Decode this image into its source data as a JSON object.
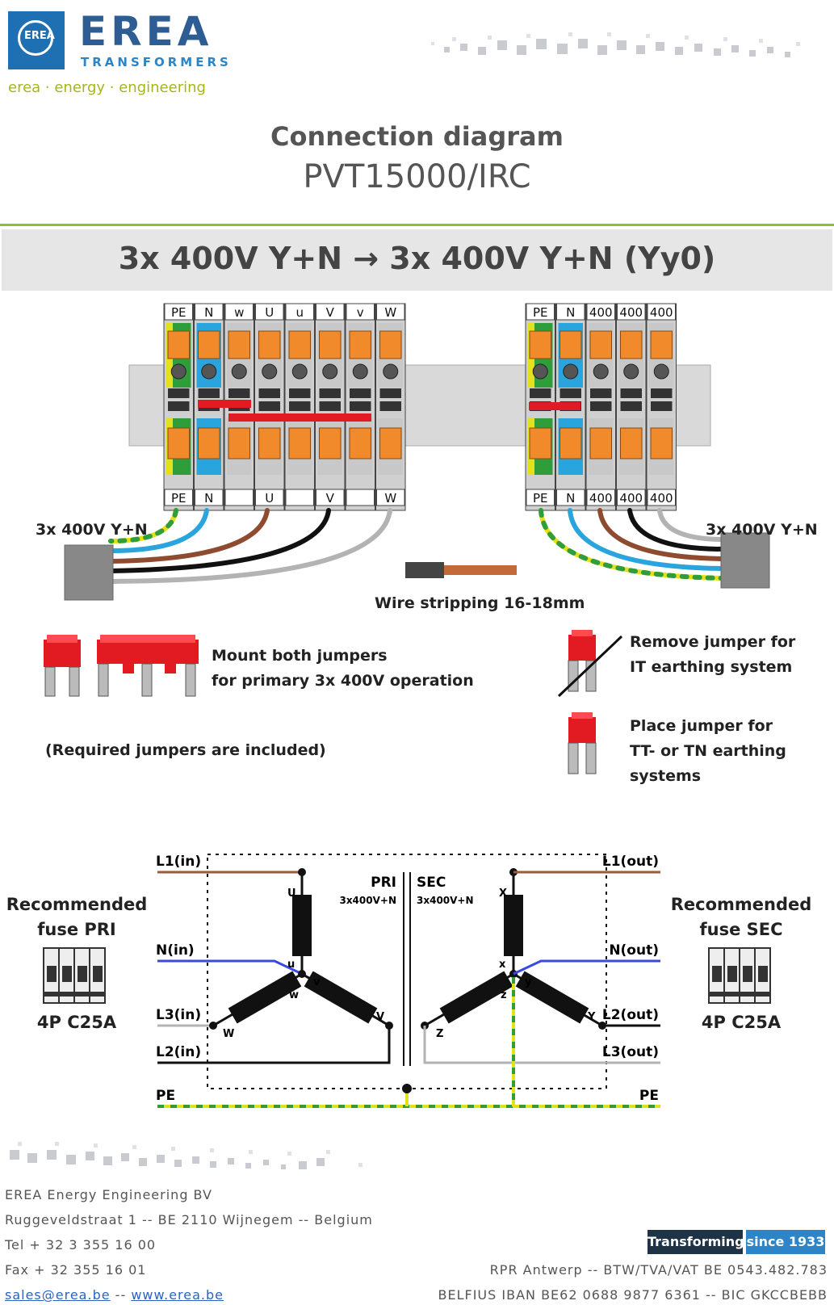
{
  "header": {
    "logo_text": "EREA",
    "brand": "EREA",
    "brand_sub": "TRANSFORMERS",
    "tagline": "erea · energy · engineering"
  },
  "title": {
    "line1": "Connection diagram",
    "line2": "PVT15000/IRC"
  },
  "config_band": "3x 400V Y+N → 3x 400V Y+N (Yy0)",
  "terminals": {
    "primary_top": [
      "PE",
      "N",
      "w",
      "U",
      "u",
      "V",
      "v",
      "W"
    ],
    "primary_bottom": [
      "PE",
      "N",
      "",
      "U",
      "",
      "V",
      "",
      "W"
    ],
    "secondary_top": [
      "PE",
      "N",
      "400",
      "400",
      "400"
    ],
    "secondary_bottom": [
      "PE",
      "N",
      "400",
      "400",
      "400"
    ]
  },
  "labels": {
    "primary_supply": "3x 400V Y+N",
    "secondary_supply": "3x 400V Y+N",
    "wire_stripping": "Wire stripping 16-18mm"
  },
  "notes": {
    "mount_line1": "Mount both jumpers",
    "mount_line2": "for primary 3x 400V operation",
    "included": "(Required jumpers are included)",
    "remove_line1": "Remove jumper for",
    "remove_line2": "IT earthing system",
    "place_line1": "Place jumper for",
    "place_line2": "TT- or TN earthing",
    "place_line3": "systems"
  },
  "schematic": {
    "left_lines": [
      "L1(in)",
      "N(in)",
      "L3(in)",
      "L2(in)"
    ],
    "right_lines": [
      "L1(out)",
      "N(out)",
      "L2(out)",
      "L3(out)"
    ],
    "pe": "PE",
    "pri": "PRI",
    "pri_rating": "3x400V+N",
    "sec": "SEC",
    "sec_rating": "3x400V+N",
    "pri_coils": [
      "U",
      "u",
      "v",
      "w",
      "V",
      "W"
    ],
    "sec_coils": [
      "X",
      "x",
      "y",
      "z",
      "Y",
      "Z"
    ]
  },
  "fuse": {
    "pri_line1": "Recommended",
    "pri_line2": "fuse PRI",
    "pri_rating": "4P C25A",
    "sec_line1": "Recommended",
    "sec_line2": "fuse SEC",
    "sec_rating": "4P C25A"
  },
  "footer": {
    "company": "EREA Energy Engineering BV",
    "address": "Ruggeveldstraat 1 -- BE 2110 Wijnegem -- Belgium",
    "tel": "Tel + 32 3 355 16 00",
    "fax": "Fax + 32 355 16 01",
    "email": "sales@erea.be",
    "separator": "--",
    "web": "www.erea.be",
    "badge_a": "Transforming",
    "badge_b": "since 1933",
    "rpr": "RPR Antwerp -- BTW/TVA/VAT BE 0543.482.783",
    "bank": "BELFIUS IBAN BE62 0688 9877 6361 -- BIC GKCCBEBB"
  },
  "colors": {
    "brand_blue": "#2d5d93",
    "accent_green": "#8fbf3a",
    "brown": "#9b5a3c",
    "blue": "#3949e6",
    "grey": "#b3b3b3",
    "black": "#111111",
    "pe_yellow": "#e6e01a",
    "pe_green": "#2e9d3a",
    "terminal_orange": "#f08a2a",
    "terminal_blue": "#2aa4dc",
    "jumper_red": "#e21b23"
  }
}
